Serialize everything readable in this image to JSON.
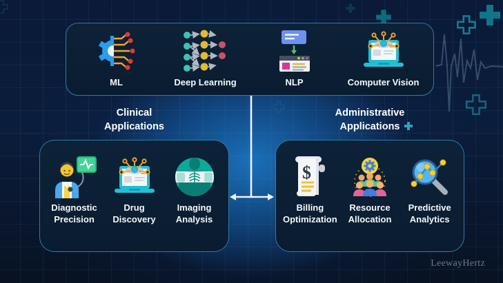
{
  "colors": {
    "accent_border": "#2d7da6",
    "glow": "#1b74c0",
    "panel_bg": "#0b2036",
    "cross_teal": "#157f93",
    "text": "#f4f8fb",
    "connector": "#eef3f7"
  },
  "top_box": {
    "items": [
      {
        "label": "ML",
        "icon": "ml-gear-circuit-icon"
      },
      {
        "label": "Deep Learning",
        "icon": "neural-network-icon"
      },
      {
        "label": "NLP",
        "icon": "nlp-chat-browser-icon"
      },
      {
        "label": "Computer Vision",
        "icon": "computer-vision-laptop-icon"
      }
    ]
  },
  "clinical": {
    "title": {
      "line1": "Clinical",
      "line2": "Applications"
    },
    "items": [
      {
        "line1": "Diagnostic",
        "line2": "Precision",
        "icon": "doctor-monitor-icon"
      },
      {
        "line1": "Drug",
        "line2": "Discovery",
        "icon": "laptop-molecule-icon"
      },
      {
        "line1": "Imaging",
        "line2": "Analysis",
        "icon": "xray-scan-icon"
      }
    ]
  },
  "administrative": {
    "title": {
      "line1": "Administrative",
      "line2": "Applications"
    },
    "items": [
      {
        "line1": "Billing",
        "line2": "Optimization",
        "icon": "billing-invoice-icon"
      },
      {
        "line1": "Resource",
        "line2": "Allocation",
        "icon": "team-gear-icon"
      },
      {
        "line1": "Predictive",
        "line2": "Analytics",
        "icon": "magnifier-analytics-icon"
      }
    ]
  },
  "watermark": "LeewayHertz"
}
